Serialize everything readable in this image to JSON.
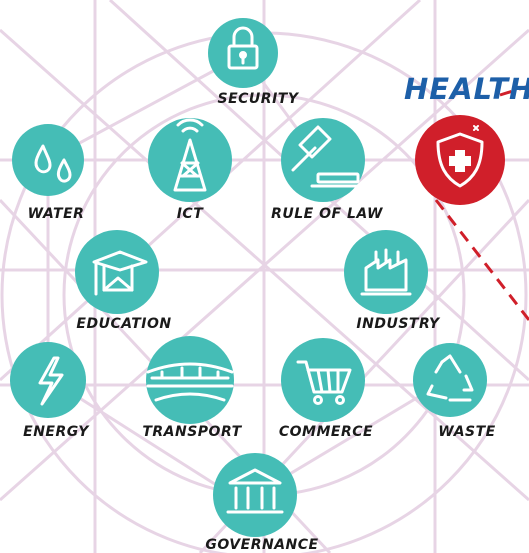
{
  "colors": {
    "node_fill": "#45bdb6",
    "health_fill": "#d01f2a",
    "grid_line": "#e7d4e5",
    "health_title": "#1d5fa8",
    "dash_line": "#d01f2a"
  },
  "highlight": {
    "title": "HEALTH",
    "icon": "shield-cross-icon"
  },
  "nodes": {
    "security": {
      "label": "SECURITY",
      "icon": "padlock-icon"
    },
    "water": {
      "label": "WATER",
      "icon": "water-drops-icon"
    },
    "ict": {
      "label": "ICT",
      "icon": "radio-tower-icon"
    },
    "rule_of_law": {
      "label": "RULE OF LAW",
      "icon": "gavel-icon"
    },
    "education": {
      "label": "EDUCATION",
      "icon": "graduation-cap-icon"
    },
    "industry": {
      "label": "INDUSTRY",
      "icon": "factory-icon"
    },
    "energy": {
      "label": "ENERGY",
      "icon": "lightning-bolt-icon"
    },
    "transport": {
      "label": "TRANSPORT",
      "icon": "train-icon"
    },
    "commerce": {
      "label": "COMMERCE",
      "icon": "shopping-cart-icon"
    },
    "waste": {
      "label": "WASTE",
      "icon": "recycle-icon"
    },
    "governance": {
      "label": "GOVERNANCE",
      "icon": "government-building-icon"
    }
  }
}
